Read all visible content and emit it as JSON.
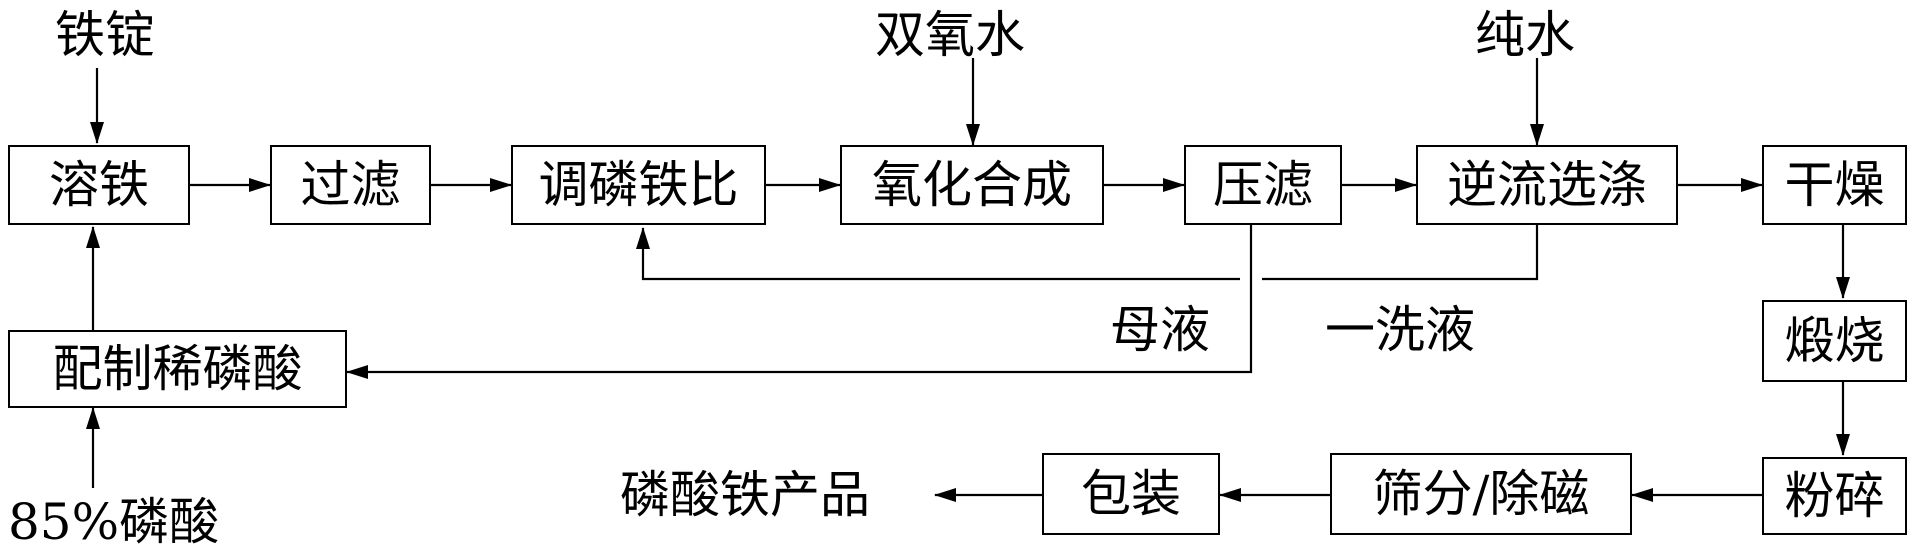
{
  "inputs": {
    "iron_ingot": "铁锭",
    "hydrogen_peroxide": "双氧水",
    "pure_water": "纯水",
    "phosphoric_acid_85": "85%磷酸"
  },
  "steps": {
    "dissolve_iron": "溶铁",
    "filter": "过滤",
    "adjust_p_fe_ratio": "调磷铁比",
    "oxidation_synthesis": "氧化合成",
    "press_filter": "压滤",
    "countercurrent_wash": "逆流选涤",
    "dry": "干燥",
    "calcine": "煅烧",
    "crush": "粉碎",
    "sieve_demagnetize": "筛分/除磁",
    "package": "包装",
    "prepare_dilute_acid": "配制稀磷酸"
  },
  "recycle": {
    "mother_liquor": "母液",
    "first_wash_liquor": "一洗液"
  },
  "output": {
    "product": "磷酸铁产品"
  }
}
